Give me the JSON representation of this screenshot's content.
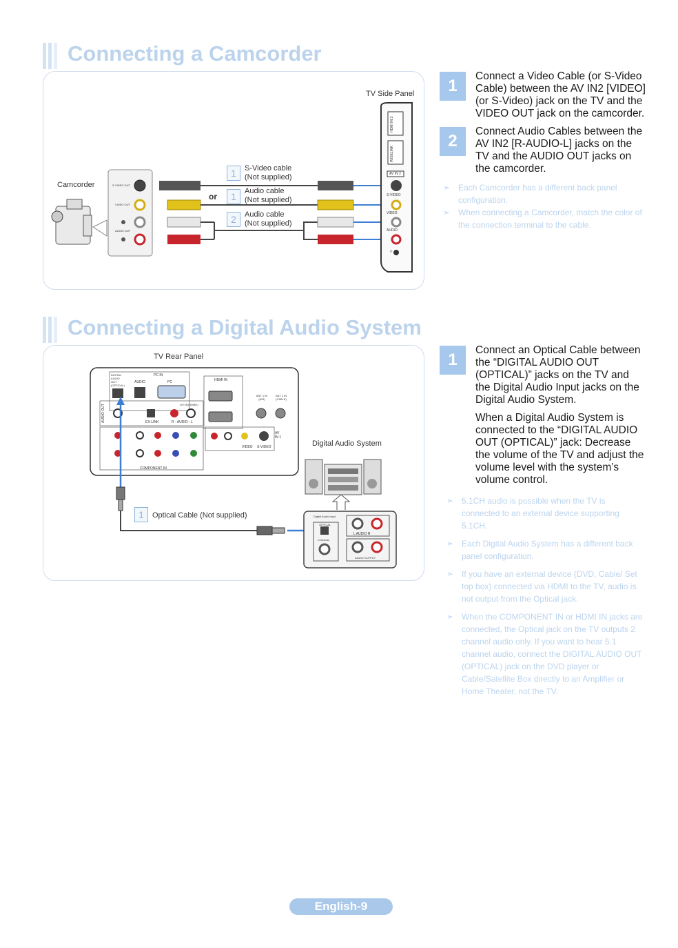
{
  "section1": {
    "title": "Connecting a Camcorder",
    "diagram": {
      "tv_side_panel_label": "TV Side Panel",
      "camcorder_label": "Camcorder",
      "camcorder_jacks": [
        "S-VIDEO OUT",
        "VIDEO OUT",
        "AUDIO OUT"
      ],
      "cables": [
        {
          "num": "1",
          "line1": "S-Video cable",
          "line2": "(Not supplied)"
        },
        {
          "num": "1",
          "line1": "Audio cable",
          "line2": "(Not supplied)"
        },
        {
          "num": "2",
          "line1": "Audio cable",
          "line2": "(Not supplied)"
        }
      ],
      "or_label": "or",
      "tv_jacks": {
        "av_in2": "AV IN 2",
        "svideo": "S-VIDEO",
        "video": "VIDEO",
        "audio": "AUDIO",
        "hdmi": "HDMI IN 3",
        "wiselink": "WISELINK"
      }
    },
    "steps": [
      {
        "num": "1",
        "text": "Connect a Video Cable (or S-Video Cable) between the AV IN2 [VIDEO] (or S-Video) jack on the TV and the VIDEO OUT jack on the camcorder."
      },
      {
        "num": "2",
        "text": "Connect Audio Cables between the AV IN2 [R-AUDIO-L] jacks on the TV and the AUDIO OUT jacks on the camcorder."
      }
    ],
    "notes": [
      {
        "arrow": "➣",
        "text": "Each Camcorder has a different back panel configuration."
      },
      {
        "arrow": "➣",
        "text": "When connecting a Camcorder, match the color of the connection terminal to the cable."
      }
    ]
  },
  "section2": {
    "title": "Connecting a Digital Audio System",
    "diagram": {
      "tv_rear_panel_label": "TV Rear Panel",
      "das_label": "Digital Audio System",
      "cable": {
        "num": "1",
        "text": "Optical Cable (Not supplied)"
      },
      "rear_labels": {
        "digital_audio_out": "DIGITAL AUDIO OUT (OPTICAL)",
        "pc_in": "PC IN",
        "audio": "AUDIO",
        "pc": "PC",
        "hdmi_in": "HDMI IN",
        "ant1": "ANT 1 IN (AIR)",
        "ant2": "ANT 2 IN (CABLE)",
        "dvi_in": "DVI IN(HDMI1)",
        "ex_link": "EX-LINK",
        "audio_rl": "R - AUDIO - L",
        "component_in": "COMPONENT IN",
        "audio_out": "AUDIO OUT",
        "video": "VIDEO",
        "s_video": "S-VIDEO",
        "av_in": "AV IN 1"
      },
      "das_labels": {
        "input": "Digital Audio Input",
        "optical": "OPTICAL",
        "coaxial": "COAXIAL",
        "lr": "L  AUDIO  R",
        "audio_output": "AUDIO OUTPUT"
      }
    },
    "steps": [
      {
        "num": "1",
        "text": "Connect an Optical Cable between the “DIGITAL AUDIO OUT (OPTICAL)” jacks on the TV and the Digital Audio Input jacks on the Digital Audio System.",
        "text2": "When a Digital Audio System is connected to the “DIGITAL AUDIO OUT (OPTICAL)” jack: Decrease the volume of the TV and adjust the volume level with the system’s volume control."
      }
    ],
    "notes": [
      {
        "arrow": "➣",
        "text": "5.1CH audio is possible when the TV is connected to an external device supporting 5.1CH."
      },
      {
        "arrow": "➣",
        "text": "Each Digital Audio System has a different back panel configuration."
      },
      {
        "arrow": "➣",
        "text": "If you have an external device (DVD, Cable/ Set top box) connected via HDMI to the TV, audio is not output from the Optical jack."
      },
      {
        "arrow": "➣",
        "text": "When the COMPONENT IN or HDMI IN jacks are connected, the Optical jack on the TV outputs 2 channel audio only. If you want to hear 5.1 channel audio, connect the DIGITAL AUDIO OUT (OPTICAL) jack on the DVD player or Cable/Satellite Box directly to an Amplifier or Home Theater, not the TV."
      }
    ]
  },
  "footer": {
    "page_label": "English-9"
  },
  "colors": {
    "title": "#bcd3ec",
    "step_box": "#a5c8ec",
    "note": "#bcd4ee",
    "cable_line": "#3a7fd5",
    "jack_yellow": "#e2c21a",
    "jack_red": "#c8242b"
  }
}
